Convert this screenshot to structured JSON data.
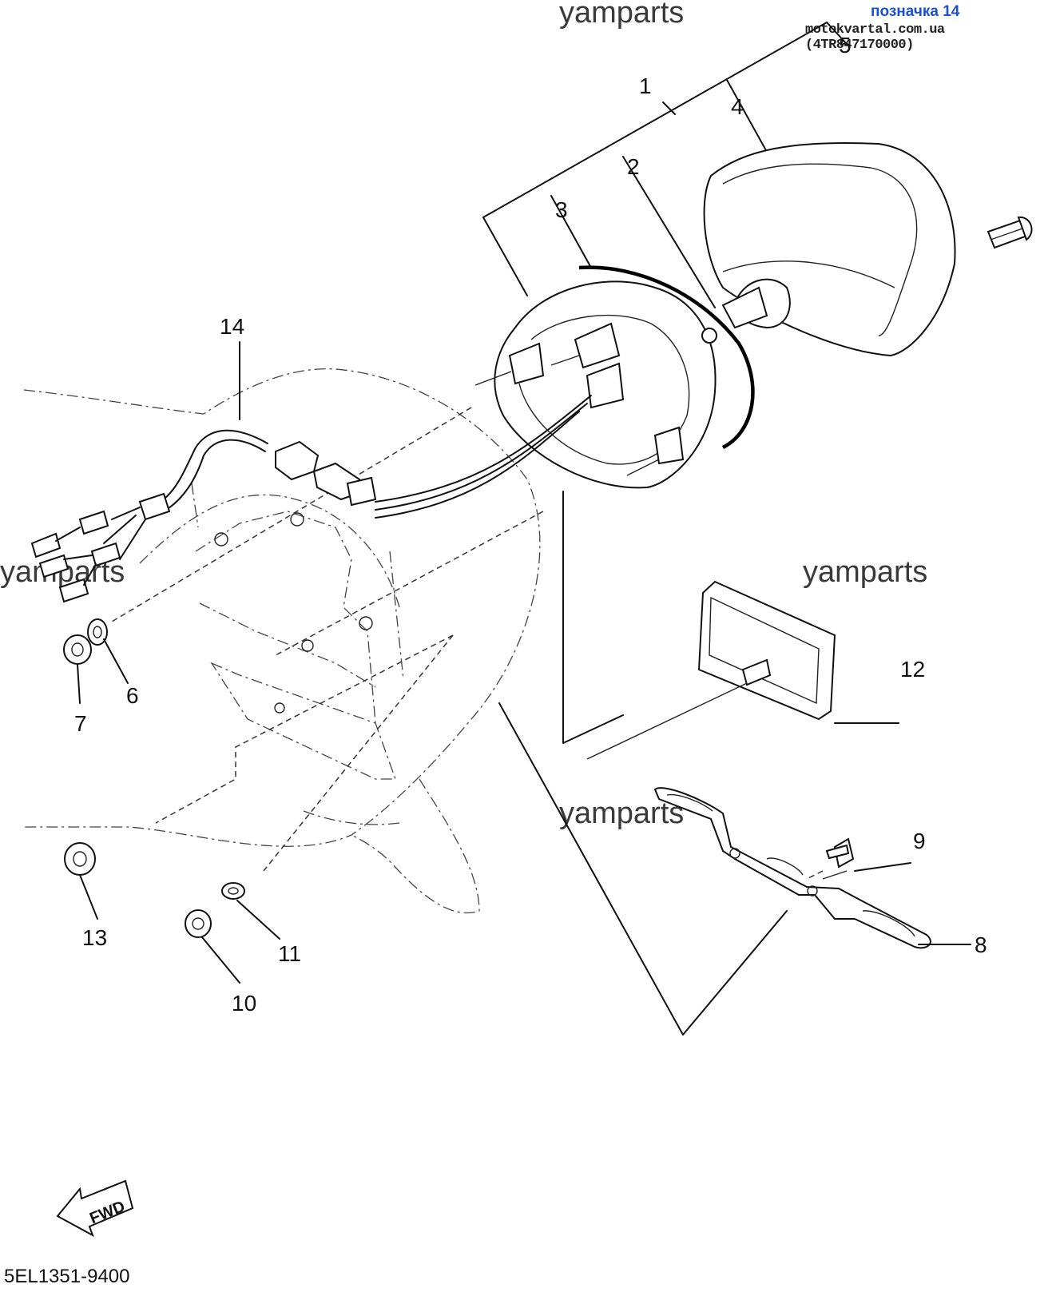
{
  "header": {
    "label": "позначка 14",
    "source": "motokvartal.com.ua (4TR847170000)"
  },
  "watermark": "yamparts",
  "callouts": [
    "1",
    "2",
    "3",
    "4",
    "5",
    "6",
    "7",
    "8",
    "9",
    "10",
    "11",
    "12",
    "13",
    "14"
  ],
  "fwd_label": "FWD",
  "drawing_code": "5EL1351-9400"
}
